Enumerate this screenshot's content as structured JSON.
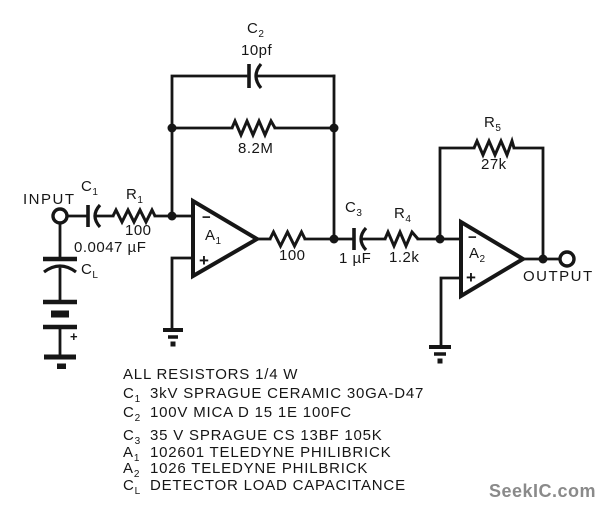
{
  "terminals": {
    "input": "INPUT",
    "output": "OUTPUT"
  },
  "components": {
    "c1": {
      "base": "C",
      "sub": "1",
      "value": "0.0047 µF"
    },
    "r1": {
      "base": "R",
      "sub": "1",
      "value": "100"
    },
    "c2": {
      "base": "C",
      "sub": "2",
      "value": "10pf"
    },
    "r_feedback1": {
      "value": "8.2M"
    },
    "a1": {
      "base": "A",
      "sub": "1",
      "inverting": "−",
      "noninverting": "+"
    },
    "r_out1": {
      "value": "100"
    },
    "c3": {
      "base": "C",
      "sub": "3",
      "value": "1 µF"
    },
    "r4": {
      "base": "R",
      "sub": "4",
      "value": "1.2k"
    },
    "r5": {
      "base": "R",
      "sub": "5",
      "value": "27k"
    },
    "a2": {
      "base": "A",
      "sub": "2",
      "inverting": "−",
      "noninverting": "+"
    },
    "cl": {
      "base": "C",
      "sub": "L"
    },
    "battery": {
      "polarity": "+"
    }
  },
  "notes": {
    "title": "ALL RESISTORS 1/4 W",
    "items": [
      {
        "base": "C",
        "sub": "1",
        "text": "3kV SPRAGUE CERAMIC 30GA-D47"
      },
      {
        "base": "C",
        "sub": "2",
        "text": "100V MICA D 15 1E 100FC"
      },
      {
        "base": "C",
        "sub": "3",
        "text": "35 V SPRAGUE CS 13BF 105K"
      },
      {
        "base": "A",
        "sub": "1",
        "text": "102601 TELEDYNE PHILIBRICK"
      },
      {
        "base": "A",
        "sub": "2",
        "text": "1026 TELEDYNE PHILBRICK"
      },
      {
        "base": "C",
        "sub": "L",
        "text": "DETECTOR LOAD CAPACITANCE"
      }
    ]
  },
  "watermark": "SeekIC.com",
  "colors": {
    "line": "#161616",
    "background": "#ffffff",
    "watermark": "#8a8a8a"
  }
}
